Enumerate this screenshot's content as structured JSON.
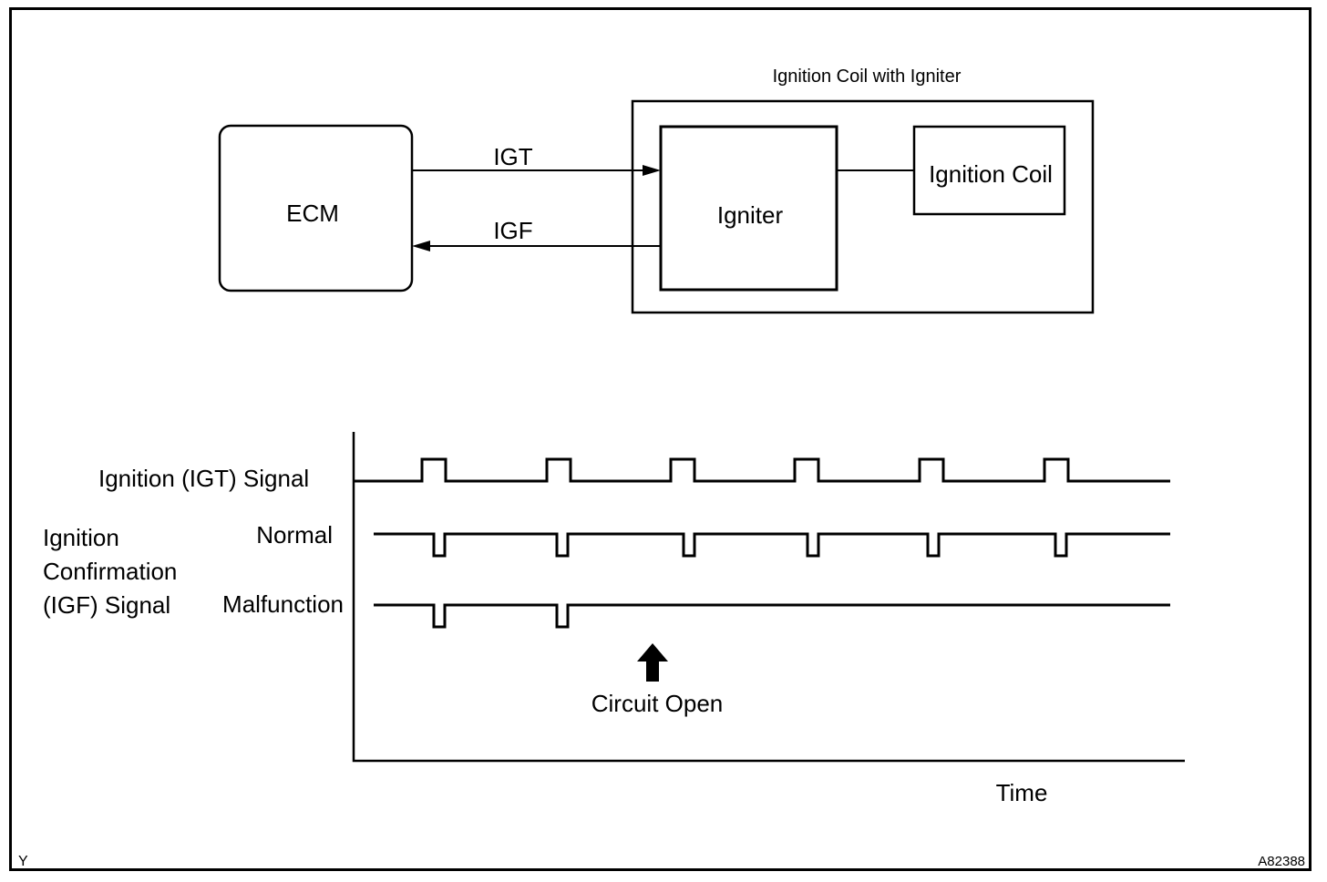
{
  "block_diagram": {
    "ecm_label": "ECM",
    "assembly_title": "Ignition Coil with Igniter",
    "igniter_label": "Igniter",
    "coil_label": "Ignition Coil",
    "igt_label": "IGT",
    "igf_label": "IGF"
  },
  "timing_chart": {
    "igt_signal_label": "Ignition (IGT) Signal",
    "igf_label_lines": [
      "Ignition",
      "Confirmation",
      "(IGF) Signal"
    ],
    "normal_label": "Normal",
    "malfunction_label": "Malfunction",
    "circuit_open_label": "Circuit Open",
    "time_label": "Time",
    "igt_pulse_count": 6,
    "igf_normal_pulse_count": 6,
    "igf_malfunction_pulse_count": 2
  },
  "footer": {
    "corner_letter": "Y",
    "figure_code": "A82388"
  }
}
